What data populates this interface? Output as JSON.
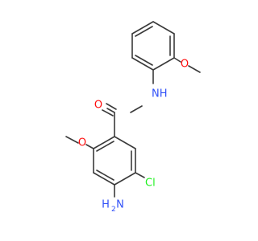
{
  "molecule": {
    "colors": {
      "bond": "#3a3a3a",
      "carbon": "#3a3a3a",
      "oxygen": "#ff0d0d",
      "nitrogen": "#3050f8",
      "chlorine": "#1ff01f"
    },
    "labels": {
      "carbonyl_o": "O",
      "amide_nh": "NH",
      "methoxy_o_top": "O",
      "methoxy_o_left": "O",
      "chloro": "Cl",
      "amino_h": "H",
      "amino_sub": "2",
      "amino_n": "N"
    }
  }
}
